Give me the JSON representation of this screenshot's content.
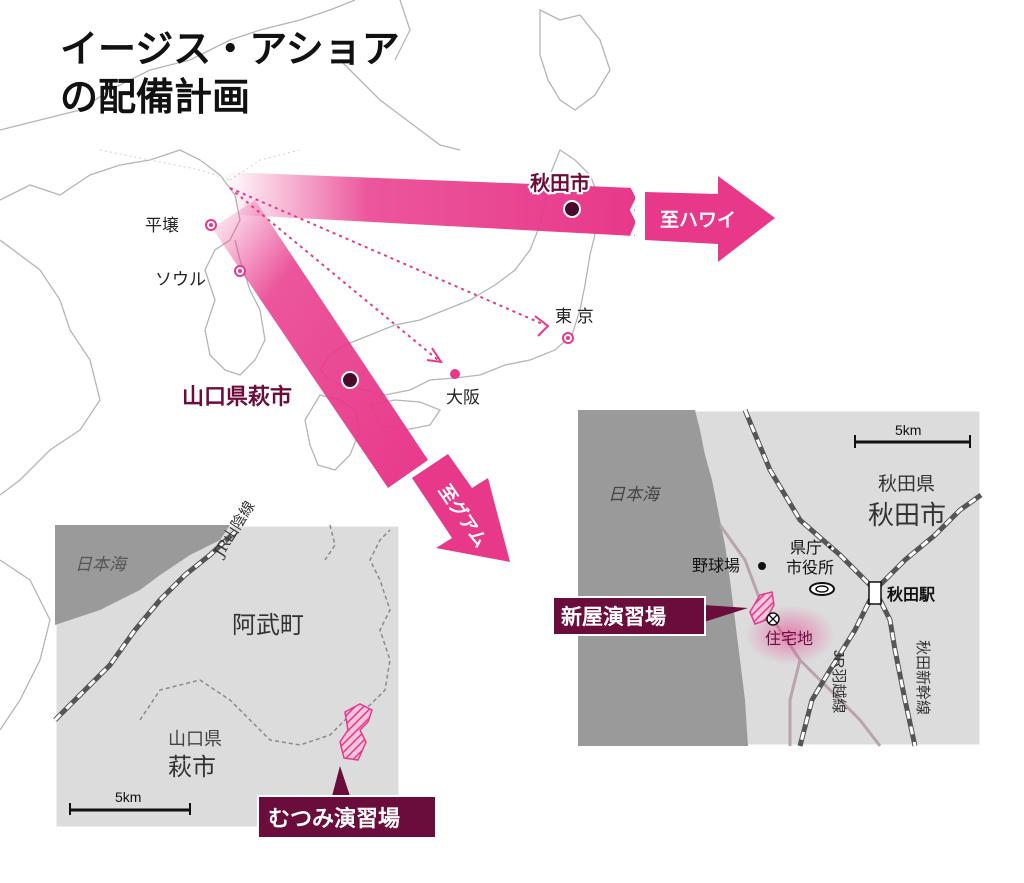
{
  "title": {
    "line1": "イージス・アショア",
    "line2": "の配備計画"
  },
  "main_map": {
    "cities": {
      "pyongyang": "平壌",
      "seoul": "ソウル",
      "tokyo": "東 京",
      "osaka": "大阪"
    },
    "sites": {
      "akita": "秋田市",
      "hagi": "山口県萩市"
    },
    "arrows": {
      "to_hawaii": "至ハワイ",
      "to_guam": "至グアム"
    }
  },
  "inset_hagi": {
    "sea": "日本海",
    "railway": "JR山陰線",
    "town": "阿武町",
    "prefecture": "山口県",
    "city": "萩市",
    "scale": "5km",
    "site_label": "むつみ演習場"
  },
  "inset_akita": {
    "sea": "日本海",
    "prefecture": "秋田県",
    "city": "秋田市",
    "scale": "5km",
    "baseball": "野球場",
    "office": "県庁・",
    "office2": "市役所",
    "station": "秋田駅",
    "residential": "住宅地",
    "rail_ou": "JR羽越線",
    "rail_shinkansen": "秋田新幹線",
    "site_label": "新屋演習場"
  },
  "colors": {
    "accent_pink": "#e8388a",
    "dark_maroon": "#6b0d3c",
    "inset_bg": "#dcdcdc",
    "sea_dark": "#9a9a9a"
  }
}
